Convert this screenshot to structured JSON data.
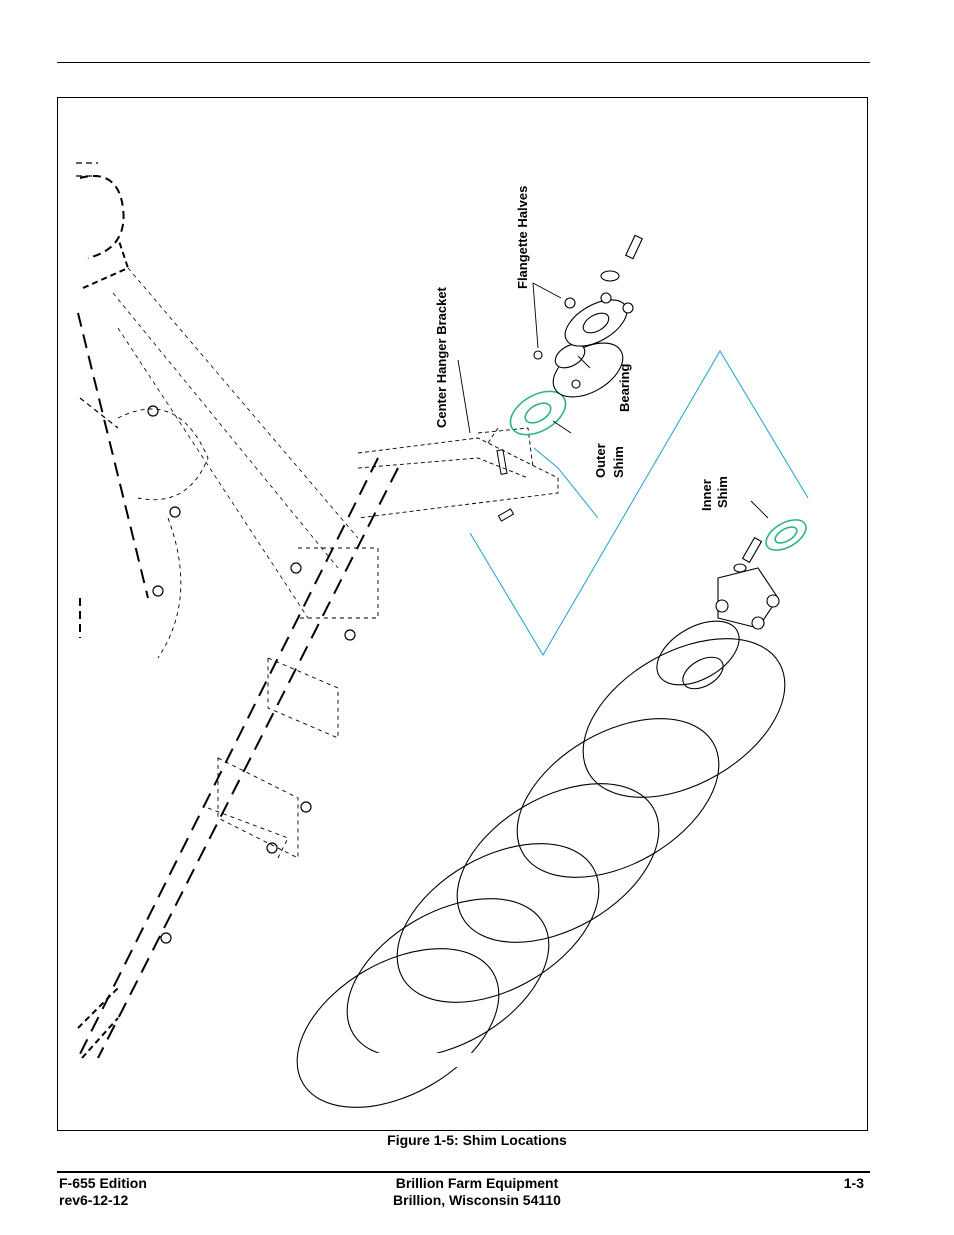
{
  "figure": {
    "labels": {
      "flangette_halves": "Flangette Halves",
      "center_hanger_bracket": "Center Hanger Bracket",
      "bearing": "Bearing",
      "outer_shim_line1": "Outer",
      "outer_shim_line2": "Shim",
      "inner_shim_line1": "Inner",
      "inner_shim_line2": "Shim"
    },
    "caption": "Figure 1-5:  Shim Locations"
  },
  "footer": {
    "edition": "F-655 Edition",
    "revision": "rev6-12-12",
    "company": "Brillion Farm Equipment",
    "location": "Brillion, Wisconsin 54110",
    "page_number": "1-3"
  },
  "colors": {
    "shim_highlight": "#2db38a",
    "callout_line": "#1aa3c8"
  }
}
